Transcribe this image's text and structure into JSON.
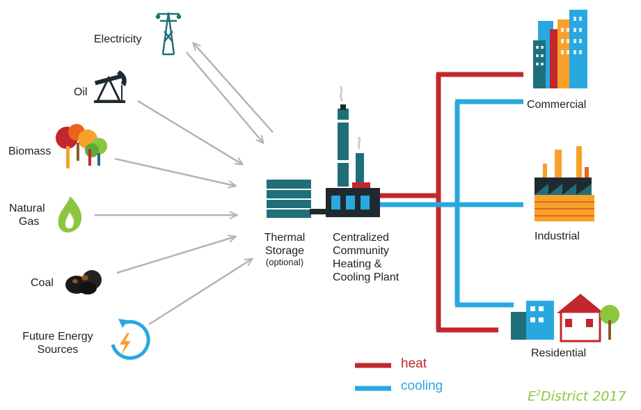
{
  "sources": {
    "electricity": "Electricity",
    "oil": "Oil",
    "biomass": "Biomass",
    "natural_gas_line1": "Natural",
    "natural_gas_line2": "Gas",
    "coal": "Coal",
    "future_line1": "Future Energy",
    "future_line2": "Sources"
  },
  "storage": {
    "line1": "Thermal",
    "line2": "Storage",
    "note": "(optional)"
  },
  "plant": {
    "line1": "Centralized",
    "line2": "Community",
    "line3": "Heating &",
    "line4": "Cooling Plant"
  },
  "consumers": {
    "commercial": "Commercial",
    "industrial": "Industrial",
    "residential": "Residential"
  },
  "legend": {
    "heat": "heat",
    "cooling": "cooling",
    "heat_color": "#c1272d",
    "cooling_color": "#29a8e0"
  },
  "credit": {
    "prefix": "E",
    "superscript": "2",
    "suffix": "District 2017"
  },
  "colors": {
    "arrow": "#b4b4b4",
    "teal": "#1f6f7a",
    "dark": "#1f2a30"
  }
}
